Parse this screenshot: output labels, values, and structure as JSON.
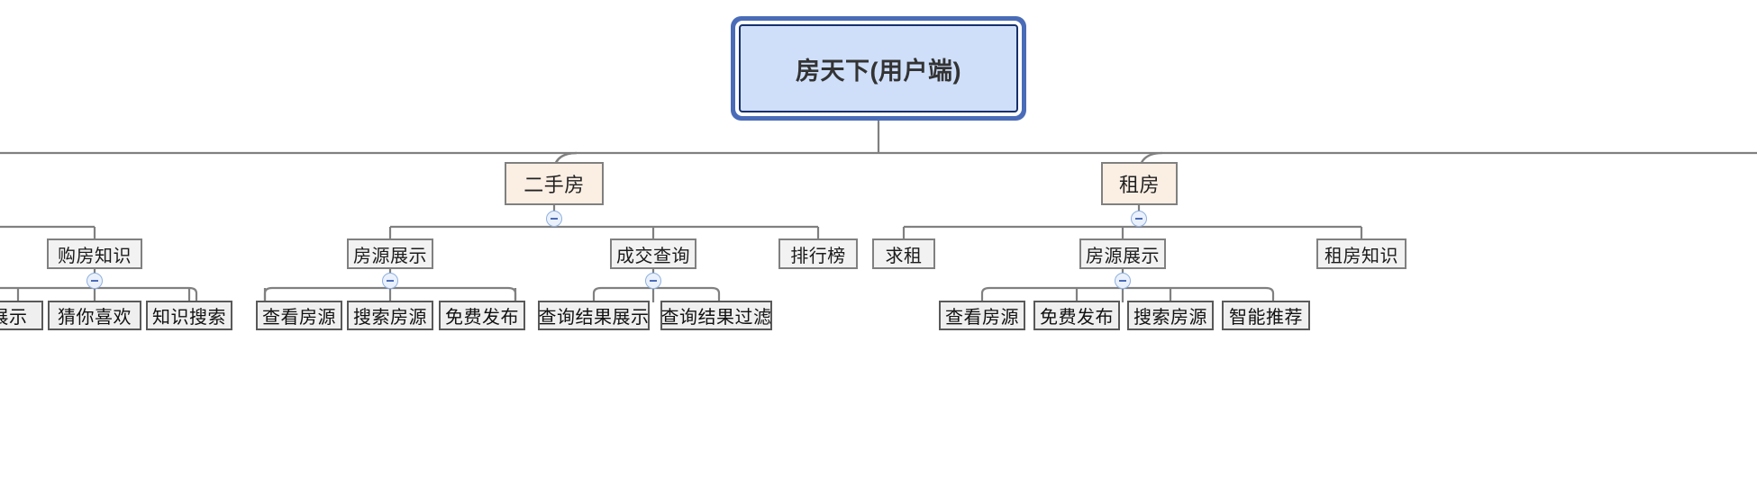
{
  "diagram": {
    "type": "mindmap-tree",
    "title": "房天下(用户端)",
    "orientation": "top-down",
    "colors": {
      "root_fill": "#cfdffa",
      "root_border": "#4a6cb8",
      "level2_fill": "#fbefe4",
      "level2_border": "#808080",
      "level3_fill": "#f2f2f2",
      "level3_border": "#808080",
      "leaf_fill": "#efefef",
      "leaf_border": "#595959",
      "connector": "#808080",
      "toggle_fill": "#eaf1fc",
      "toggle_stroke": "#8fb0e0",
      "toggle_glyph": "#4a6cb8"
    },
    "root": {
      "label": "房天下(用户端)"
    },
    "branches": [
      {
        "label": "二手房",
        "children": [
          {
            "label": "房源展示",
            "collapsible": true,
            "children": [
              {
                "label": "查看房源"
              },
              {
                "label": "搜索房源"
              },
              {
                "label": "免费发布"
              }
            ]
          },
          {
            "label": "成交查询",
            "collapsible": true,
            "children": [
              {
                "label": "查询结果展示"
              },
              {
                "label": "查询结果过滤"
              }
            ]
          },
          {
            "label": "排行榜",
            "collapsible": false,
            "children": []
          }
        ]
      },
      {
        "label": "租房",
        "children": [
          {
            "label": "求租",
            "collapsible": false,
            "children": []
          },
          {
            "label": "房源展示",
            "collapsible": true,
            "children": [
              {
                "label": "查看房源"
              },
              {
                "label": "免费发布"
              },
              {
                "label": "搜索房源"
              },
              {
                "label": "智能推荐"
              }
            ]
          },
          {
            "label": "租房知识",
            "collapsible": false,
            "children": []
          }
        ]
      }
    ],
    "clipped_left_branch": {
      "note": "partially visible at left edge",
      "node": {
        "label": "购房知识",
        "collapsible": true
      },
      "children": [
        {
          "label": "展示",
          "clipped": true
        },
        {
          "label": "猜你喜欢"
        },
        {
          "label": "知识搜索"
        }
      ]
    }
  },
  "toggles": {
    "minus_glyph": "−",
    "icon_name": "collapse-minus-icon"
  }
}
